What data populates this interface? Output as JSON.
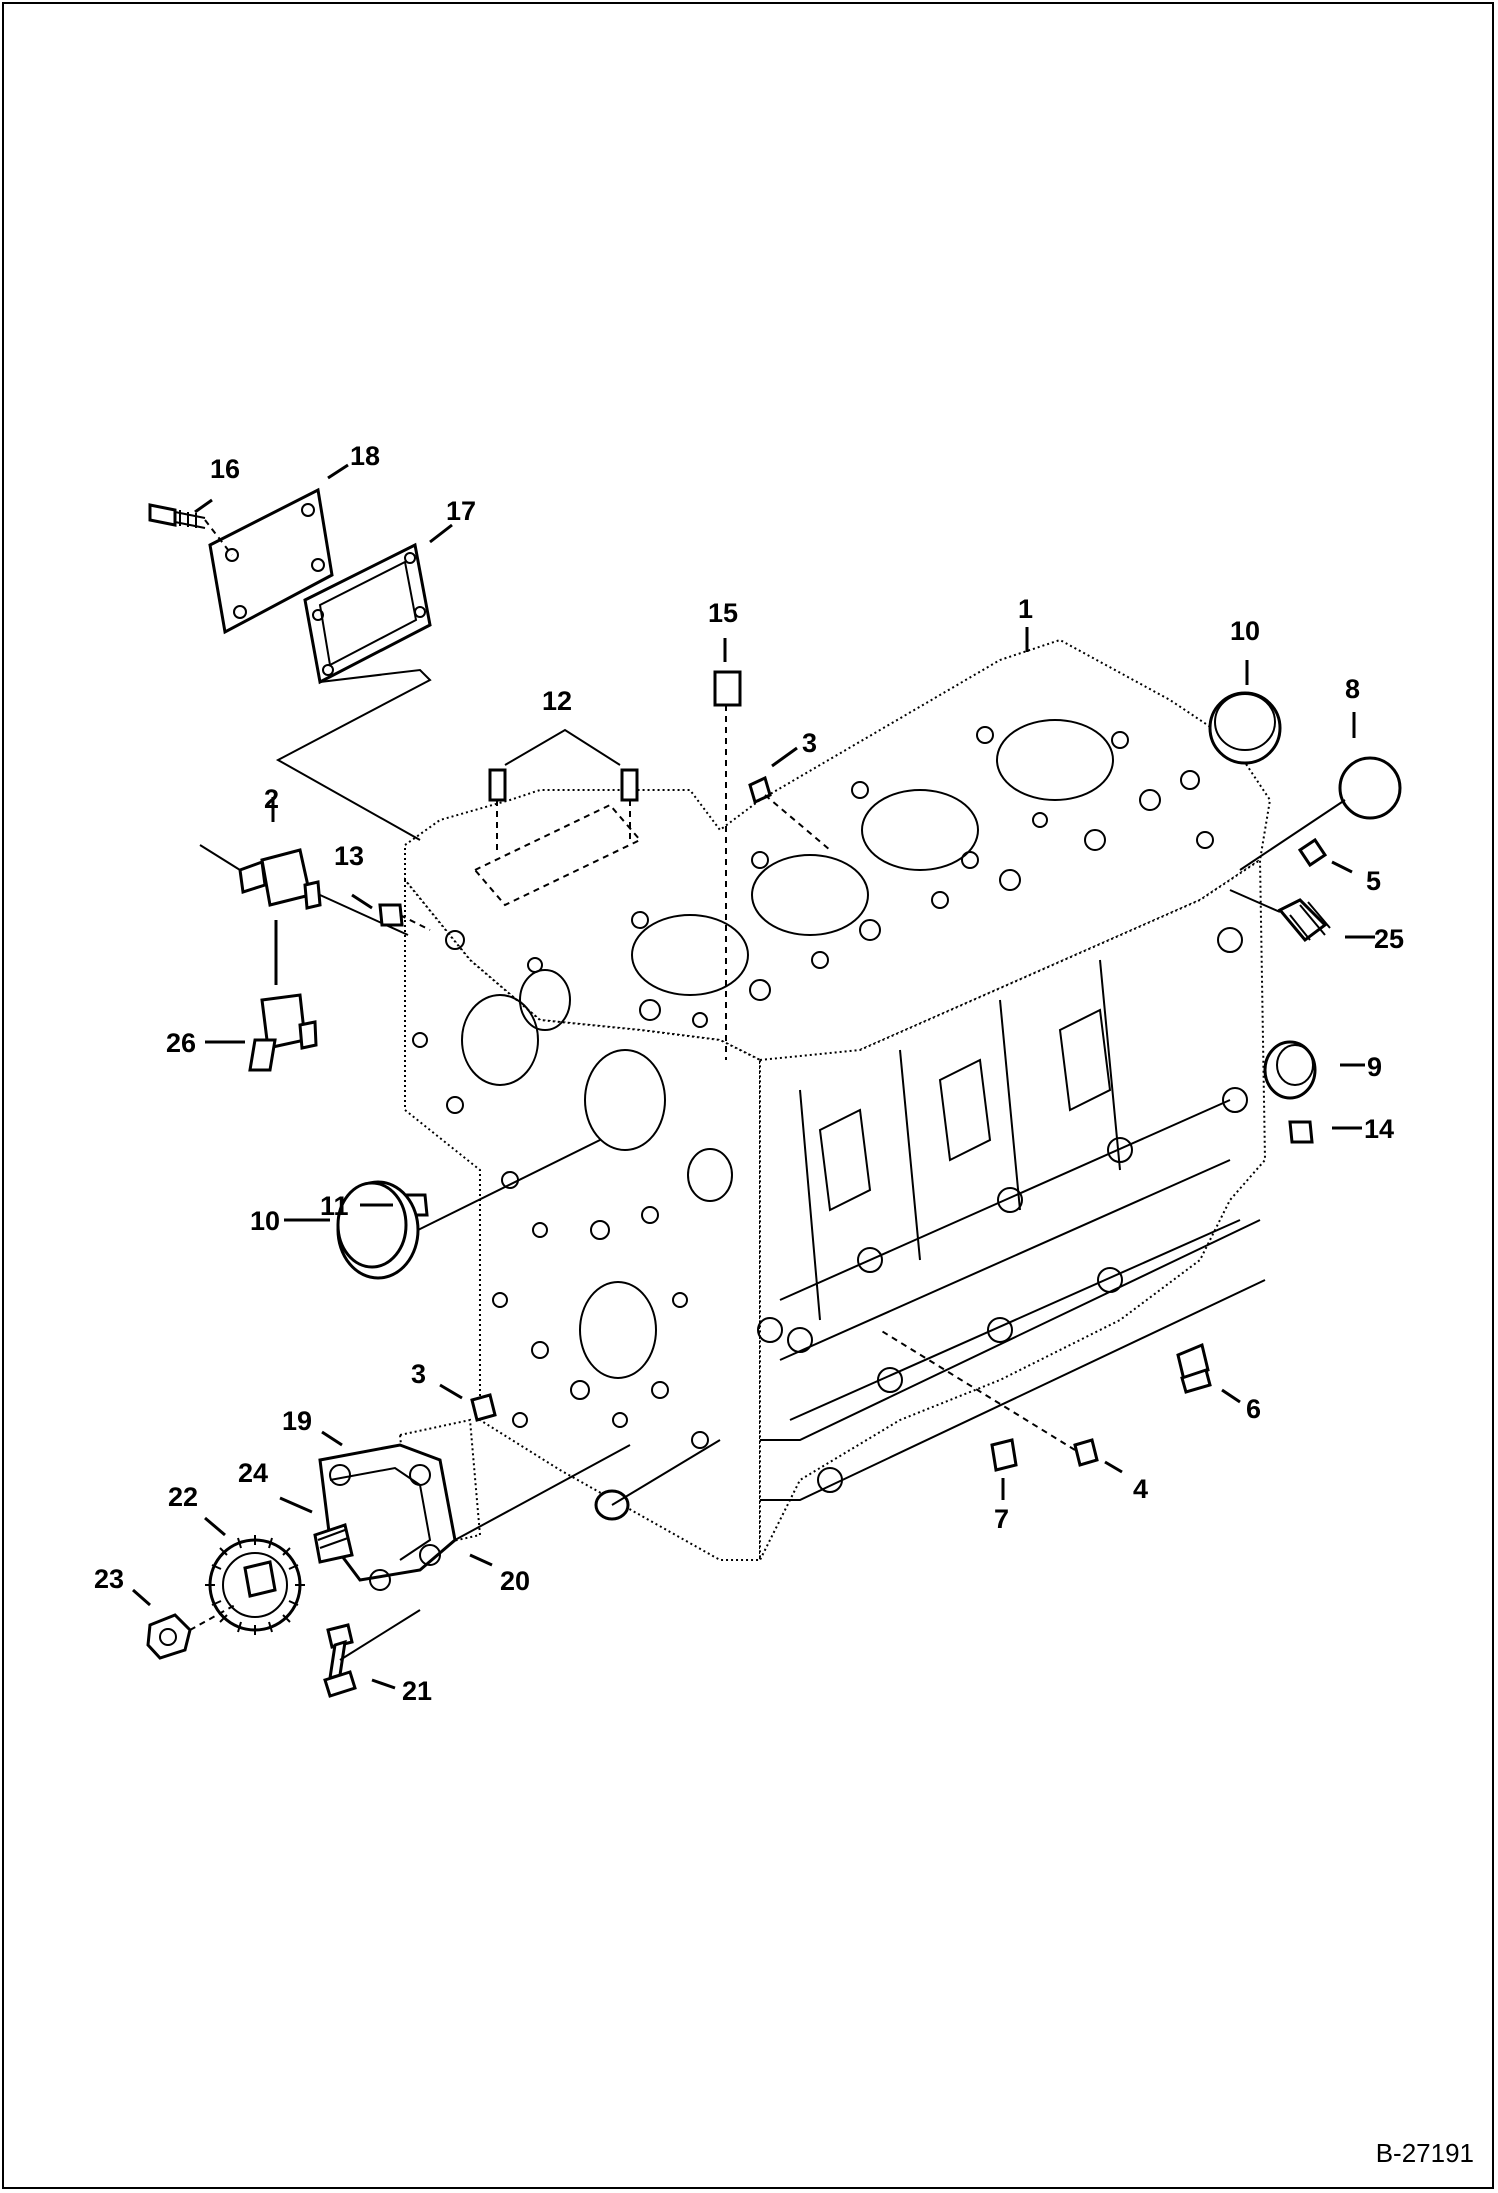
{
  "document_number": "B-27191",
  "callouts": [
    {
      "id": "c1",
      "label": "1"
    },
    {
      "id": "c2",
      "label": "2"
    },
    {
      "id": "c3a",
      "label": "3"
    },
    {
      "id": "c3b",
      "label": "3"
    },
    {
      "id": "c4",
      "label": "4"
    },
    {
      "id": "c5",
      "label": "5"
    },
    {
      "id": "c6",
      "label": "6"
    },
    {
      "id": "c7",
      "label": "7"
    },
    {
      "id": "c8",
      "label": "8"
    },
    {
      "id": "c9",
      "label": "9"
    },
    {
      "id": "c10a",
      "label": "10"
    },
    {
      "id": "c10b",
      "label": "10"
    },
    {
      "id": "c11",
      "label": "11"
    },
    {
      "id": "c12",
      "label": "12"
    },
    {
      "id": "c13",
      "label": "13"
    },
    {
      "id": "c14",
      "label": "14"
    },
    {
      "id": "c15",
      "label": "15"
    },
    {
      "id": "c16",
      "label": "16"
    },
    {
      "id": "c17",
      "label": "17"
    },
    {
      "id": "c18",
      "label": "18"
    },
    {
      "id": "c19",
      "label": "19"
    },
    {
      "id": "c20",
      "label": "20"
    },
    {
      "id": "c21",
      "label": "21"
    },
    {
      "id": "c22",
      "label": "22"
    },
    {
      "id": "c23",
      "label": "23"
    },
    {
      "id": "c24",
      "label": "24"
    },
    {
      "id": "c25",
      "label": "25"
    },
    {
      "id": "c26",
      "label": "26"
    }
  ]
}
